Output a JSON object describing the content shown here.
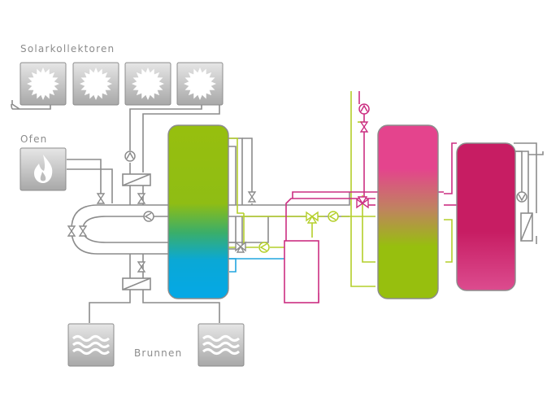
{
  "labels": {
    "solar": "Solarkollektoren",
    "stove": "Ofen",
    "wells": "Brunnen"
  },
  "colors": {
    "pipe_gray": "#8c8c8c",
    "pipe_lime": "#b4cf2a",
    "pipe_magenta": "#cc2e82",
    "pipe_cyan": "#22a5df",
    "tank1_top": "#97bf0e",
    "tank1_bottom": "#04a8e6",
    "tank2_top": "#e4448d",
    "tank2_bottom": "#97bf0e",
    "tank3": "#c71d63",
    "box_light": "#e4e4e4",
    "box_dark": "#a9a9a9"
  },
  "icons": {
    "solar_collector": "sun-icon",
    "stove": "flame-icon",
    "well": "water-waves-icon",
    "pump": "pump-icon",
    "valve": "valve-icon",
    "mixing_valve": "three-way-valve-icon",
    "heat_exchanger": "heat-exchanger-icon"
  }
}
